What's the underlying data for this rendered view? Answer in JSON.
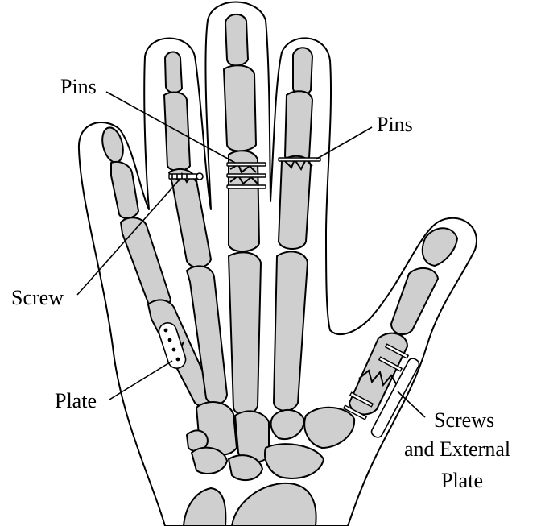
{
  "labels": {
    "pins_left": "Pins",
    "pins_right": "Pins",
    "screw": "Screw",
    "plate": "Plate",
    "screws_external_plate": [
      "Screws",
      "and External",
      "Plate"
    ]
  },
  "colors": {
    "bone_fill": "#cfcfcf",
    "outline": "#000000",
    "background": "#ffffff"
  }
}
